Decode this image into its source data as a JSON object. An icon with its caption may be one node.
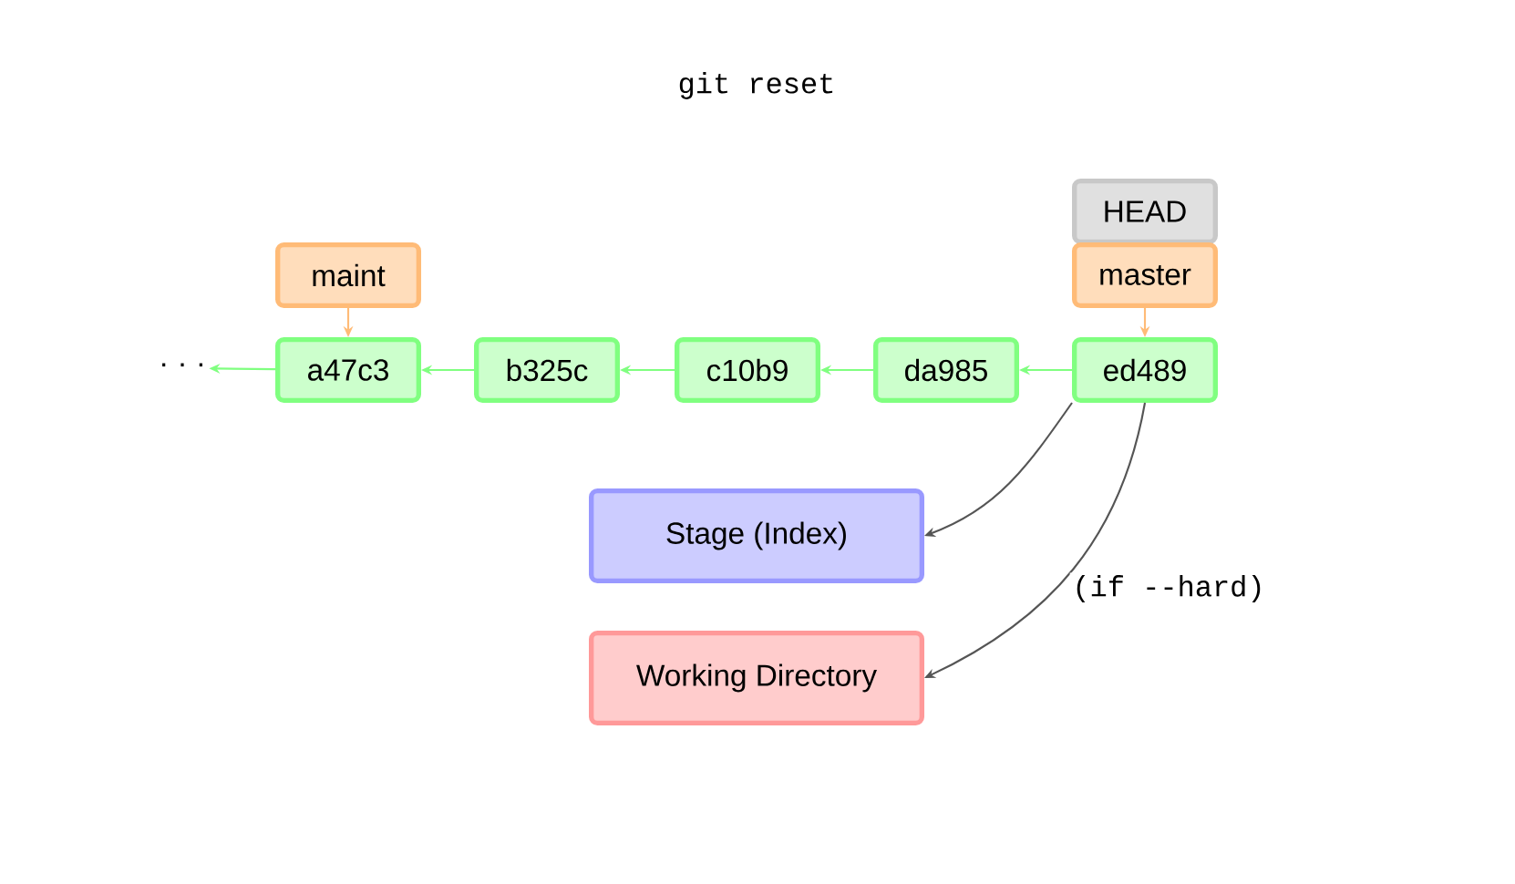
{
  "diagram": {
    "title": "git reset",
    "nodes": [
      {
        "text": [
          "· · ·"
        ]
      },
      {
        "text": [
          "a47c3"
        ]
      },
      {
        "text": [
          "b325c"
        ]
      },
      {
        "text": [
          "c10b9"
        ]
      },
      {
        "text": [
          "da985"
        ]
      },
      {
        "text": [
          "ed489"
        ]
      },
      {
        "text": [
          "maint"
        ]
      },
      {
        "text": [
          "HEAD"
        ]
      },
      {
        "text": [
          "master"
        ]
      },
      {
        "text": [
          "Stage (Index)"
        ]
      },
      {
        "text": [
          "Working Directory"
        ]
      }
    ],
    "edges": [
      {
        "from": 1,
        "to": 0,
        "arrow": "to"
      },
      {
        "from": 2,
        "to": 1,
        "arrow": "to"
      },
      {
        "from": 3,
        "to": 2,
        "arrow": "to"
      },
      {
        "from": 4,
        "to": 3,
        "arrow": "to"
      },
      {
        "from": 5,
        "to": 4,
        "arrow": "to"
      },
      {
        "from": 6,
        "to": 1,
        "arrow": "to",
        "color": "#ffbb77"
      },
      {
        "from": 8,
        "to": 5,
        "arrow": "to",
        "color": "#ffbb77"
      },
      {
        "from": 5,
        "to": 9,
        "arrow": "to",
        "color": "#555555"
      },
      {
        "from": 5,
        "to": 10,
        "arrow": "to",
        "label": "(if --hard)",
        "color": "#555555"
      }
    ]
  }
}
